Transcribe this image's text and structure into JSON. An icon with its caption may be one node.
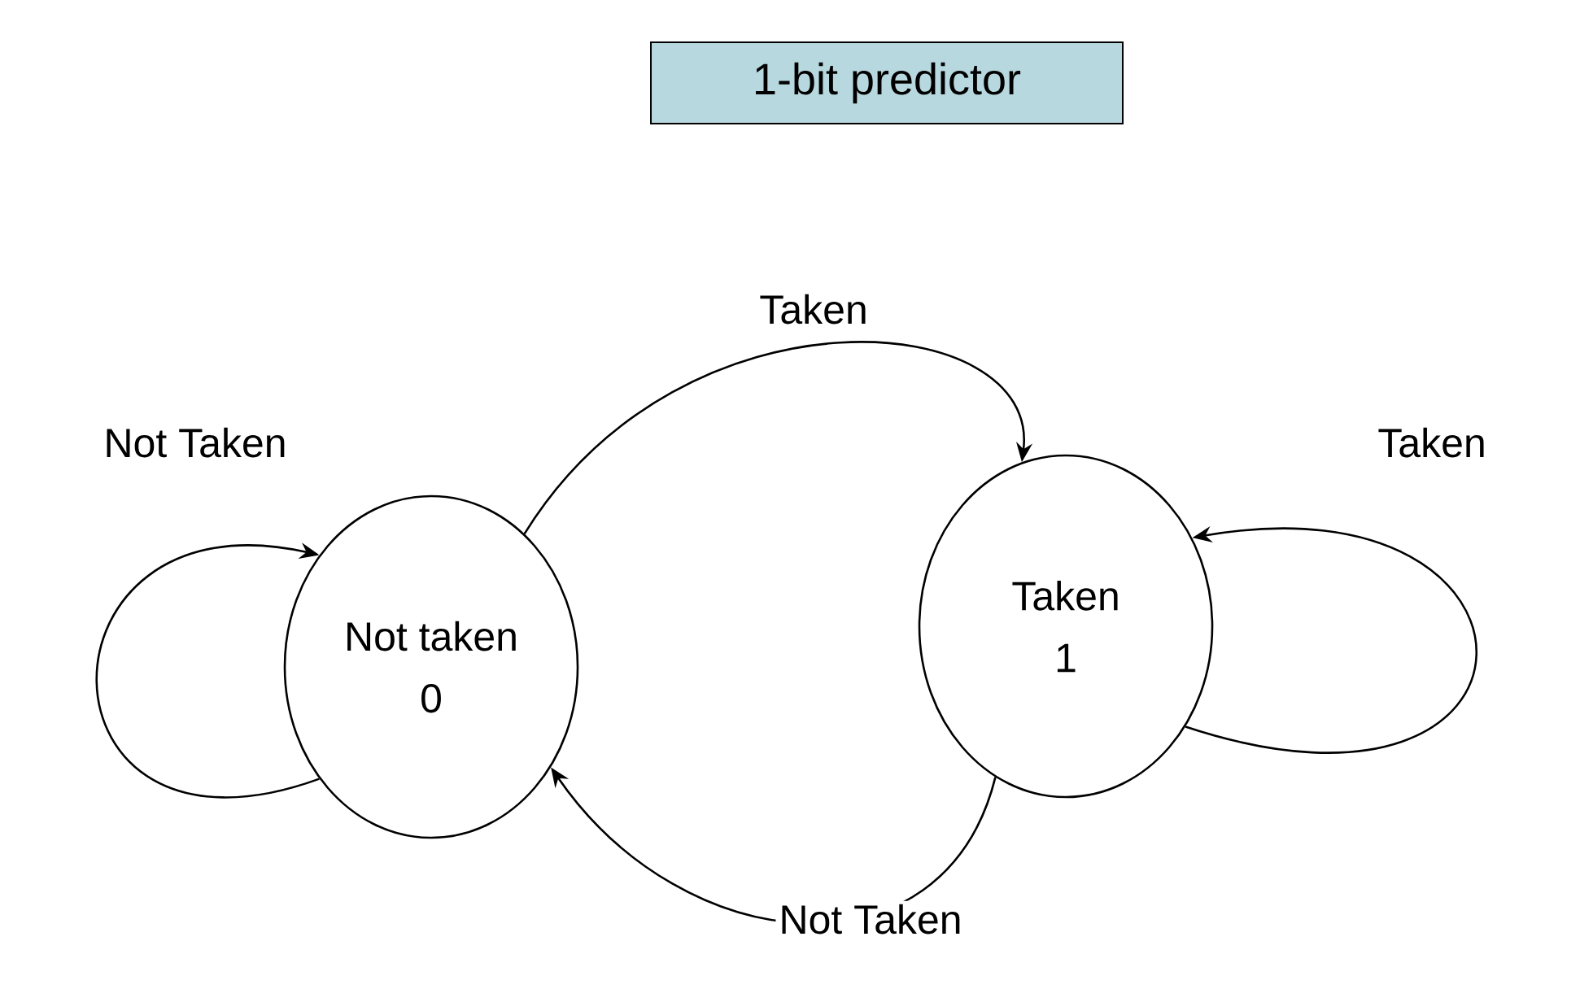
{
  "diagram": {
    "title": "1-bit predictor",
    "nodes": [
      {
        "text": [
          "Not taken",
          "0"
        ]
      },
      {
        "text": [
          "Taken",
          "1"
        ]
      }
    ],
    "edges": [
      {
        "from": 0,
        "to": 0,
        "arrow": "to",
        "label": "Not Taken"
      },
      {
        "from": 0,
        "to": 1,
        "arrow": "to",
        "label": "Taken"
      },
      {
        "from": 1,
        "to": 1,
        "arrow": "to",
        "label": "Taken"
      },
      {
        "from": 1,
        "to": 0,
        "arrow": "to",
        "label": "Not Taken"
      }
    ]
  }
}
